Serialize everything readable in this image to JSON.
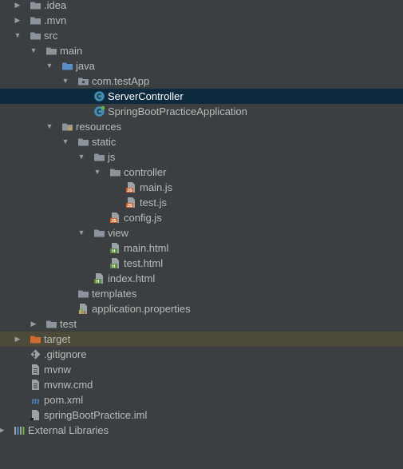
{
  "tree": {
    "items": [
      {
        "label": ".idea",
        "depth": 0,
        "arrow": "right",
        "icon": "folder-icon"
      },
      {
        "label": ".mvn",
        "depth": 0,
        "arrow": "right",
        "icon": "folder-icon"
      },
      {
        "label": "src",
        "depth": 0,
        "arrow": "down",
        "icon": "folder-icon"
      },
      {
        "label": "main",
        "depth": 1,
        "arrow": "down",
        "icon": "folder-icon"
      },
      {
        "label": "java",
        "depth": 2,
        "arrow": "down",
        "icon": "source-folder-icon"
      },
      {
        "label": "com.testApp",
        "depth": 3,
        "arrow": "down",
        "icon": "package-icon"
      },
      {
        "label": "ServerController",
        "depth": 4,
        "arrow": "none",
        "icon": "java-class-icon",
        "selected": true
      },
      {
        "label": "SpringBootPracticeApplication",
        "depth": 4,
        "arrow": "none",
        "icon": "spring-boot-class-icon"
      },
      {
        "label": "resources",
        "depth": 2,
        "arrow": "down",
        "icon": "resources-folder-icon"
      },
      {
        "label": "static",
        "depth": 3,
        "arrow": "down",
        "icon": "folder-icon"
      },
      {
        "label": "js",
        "depth": 4,
        "arrow": "down",
        "icon": "folder-icon"
      },
      {
        "label": "controller",
        "depth": 5,
        "arrow": "down",
        "icon": "folder-icon"
      },
      {
        "label": "main.js",
        "depth": 6,
        "arrow": "none",
        "icon": "js-file-icon"
      },
      {
        "label": "test.js",
        "depth": 6,
        "arrow": "none",
        "icon": "js-file-icon"
      },
      {
        "label": "config.js",
        "depth": 5,
        "arrow": "none",
        "icon": "js-file-icon"
      },
      {
        "label": "view",
        "depth": 4,
        "arrow": "down",
        "icon": "folder-icon"
      },
      {
        "label": "main.html",
        "depth": 5,
        "arrow": "none",
        "icon": "html-file-icon"
      },
      {
        "label": "test.html",
        "depth": 5,
        "arrow": "none",
        "icon": "html-file-icon"
      },
      {
        "label": "index.html",
        "depth": 4,
        "arrow": "none",
        "icon": "html-file-icon"
      },
      {
        "label": "templates",
        "depth": 3,
        "arrow": "none",
        "icon": "folder-icon"
      },
      {
        "label": "application.properties",
        "depth": 3,
        "arrow": "none",
        "icon": "properties-file-icon"
      },
      {
        "label": "test",
        "depth": 1,
        "arrow": "right",
        "icon": "folder-icon"
      },
      {
        "label": "target",
        "depth": 0,
        "arrow": "right",
        "icon": "excluded-folder-icon",
        "excluded": true
      },
      {
        "label": ".gitignore",
        "depth": 0,
        "arrow": "none",
        "icon": "git-file-icon"
      },
      {
        "label": "mvnw",
        "depth": 0,
        "arrow": "none",
        "icon": "text-file-icon"
      },
      {
        "label": "mvnw.cmd",
        "depth": 0,
        "arrow": "none",
        "icon": "text-file-icon"
      },
      {
        "label": "pom.xml",
        "depth": 0,
        "arrow": "none",
        "icon": "maven-pom-icon"
      },
      {
        "label": "springBootPractice.iml",
        "depth": 0,
        "arrow": "none",
        "icon": "iml-file-icon"
      },
      {
        "label": "External Libraries",
        "depth": -1,
        "arrow": "right",
        "icon": "libraries-icon"
      }
    ]
  },
  "colors": {
    "background": "#3c3f41",
    "text": "#bbbbbb",
    "selection": "#0d293e",
    "excluded_row": "#4e4a3a",
    "folder": "#8b949c",
    "source_folder": "#5a8ec7",
    "excluded_folder": "#d06a32",
    "java_class": "#3e8fb0",
    "js_badge": "#d1652b",
    "html_badge": "#5b8c3e",
    "maven": "#4b86c7"
  }
}
